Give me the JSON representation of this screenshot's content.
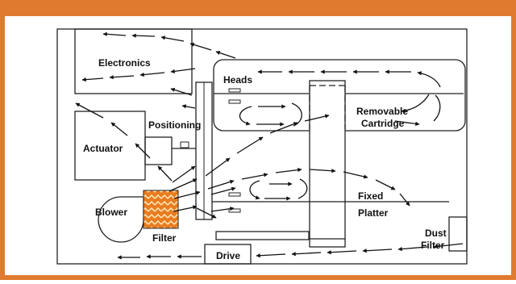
{
  "colors": {
    "frame": "#e07a2e",
    "line": "#222222",
    "background": "#ffffff",
    "arrow": "#111111"
  },
  "labels": {
    "electronics": "Electronics",
    "heads": "Heads",
    "positioning": "Positioning",
    "actuator": "Actuator",
    "removable_line1": "Removable",
    "removable_line2": "Cartridge",
    "fixed": "Fixed",
    "platter": "Platter",
    "blower": "Blower",
    "filter": "Filter",
    "drive": "Drive",
    "dust_line1": "Dust",
    "dust_line2": "Filter"
  },
  "icons": {
    "arrow": "arrowhead-icon",
    "filter": "herringbone-filter-icon",
    "blower": "blower-fan-icon"
  }
}
